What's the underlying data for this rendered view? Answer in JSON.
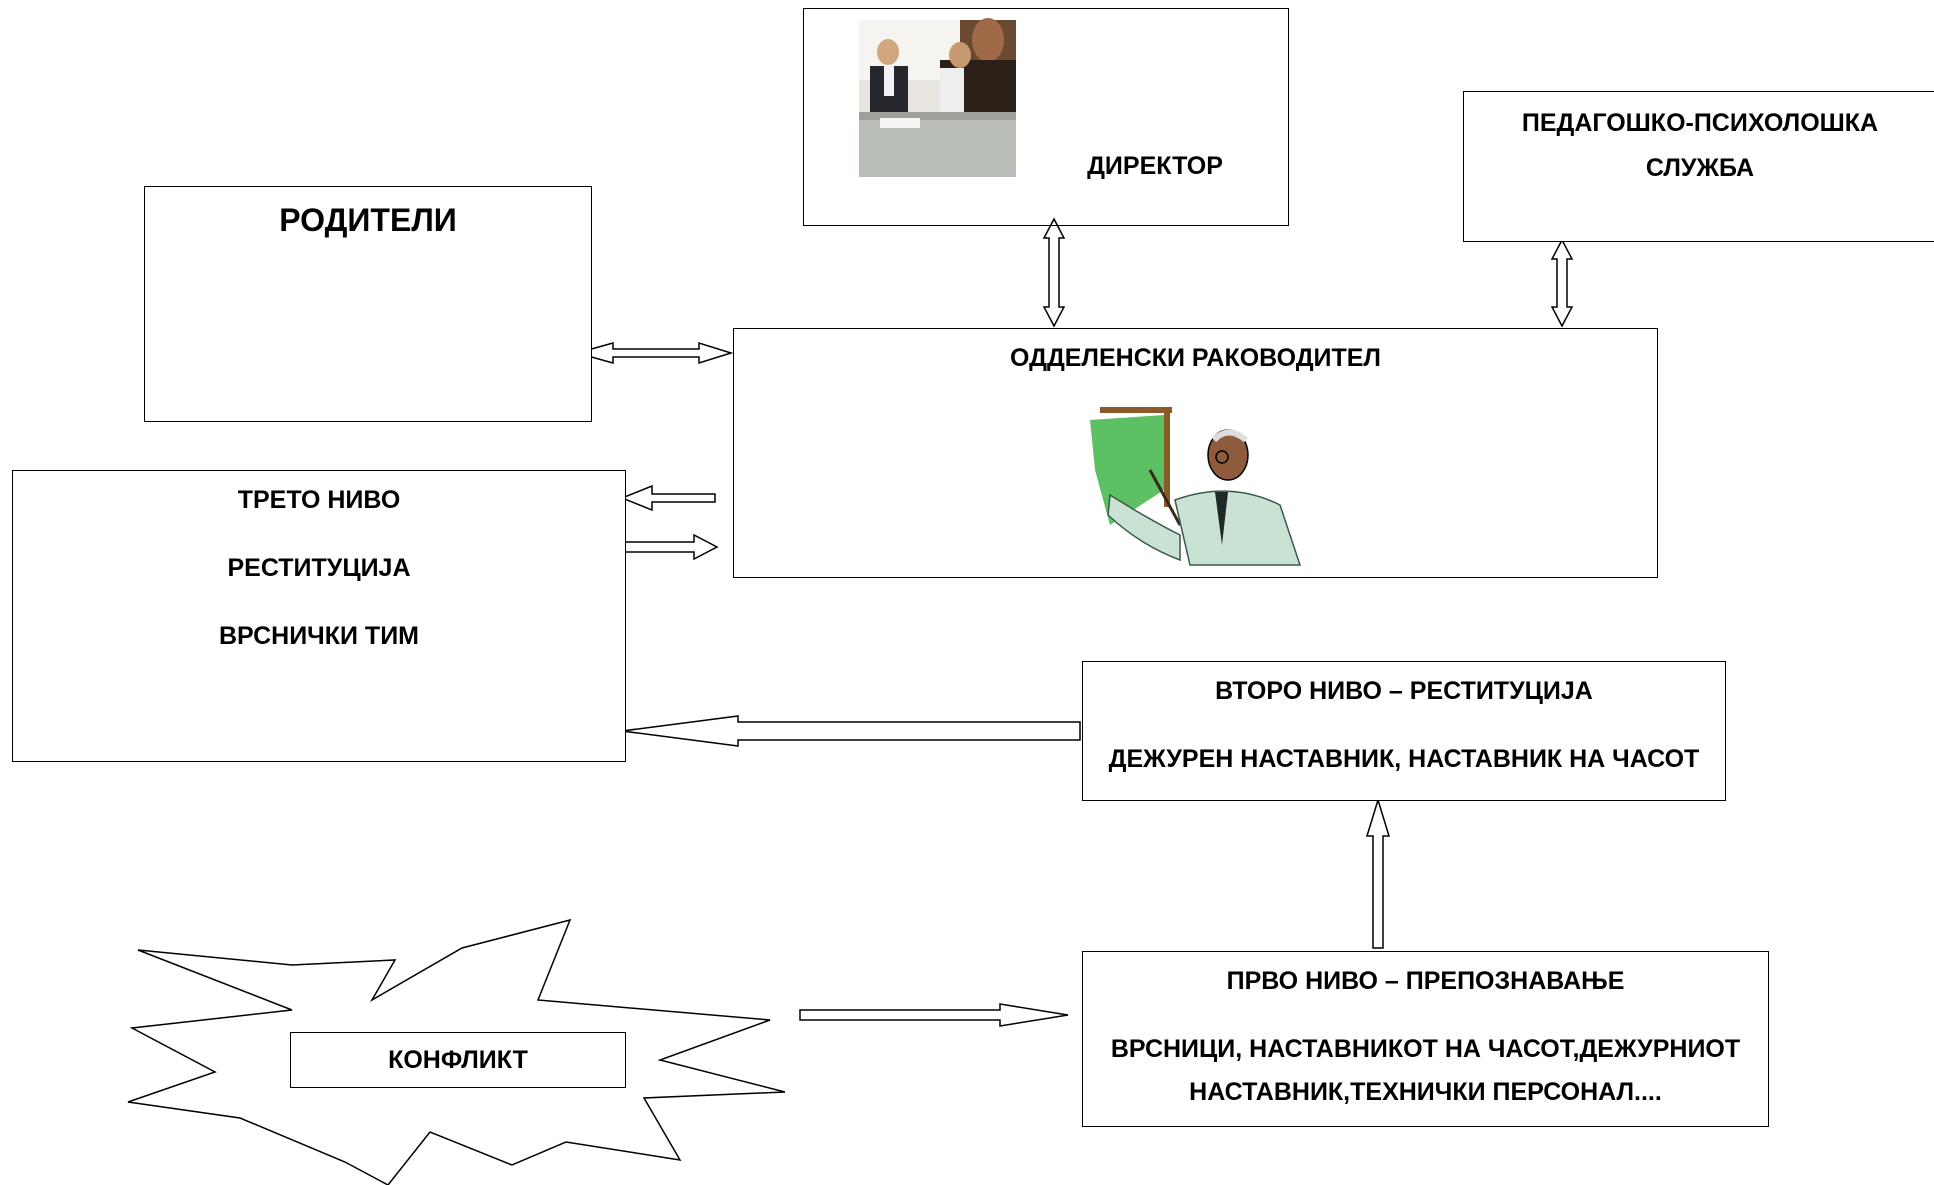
{
  "nodes": {
    "roditeli": {
      "title": "РОДИТЕЛИ"
    },
    "direktor": {
      "title": "ДИРЕКТОР"
    },
    "pps": {
      "line1": "ПЕДАГОШКО-ПСИХОЛОШКА",
      "line2": "СЛУЖБА"
    },
    "oddelenski": {
      "title": "ОДДЕЛЕНСКИ РАКОВОДИТЕЛ"
    },
    "treto": {
      "line1": "ТРЕТО НИВО",
      "line2": "РЕСТИТУЦИЈА",
      "line3": "ВРСНИЧКИ ТИМ"
    },
    "vtoro": {
      "line1": "ВТОРО НИВО – РЕСТИТУЦИЈА",
      "line2": "ДЕЖУРЕН НАСТАВНИК, НАСТАВНИК НА ЧАСОТ"
    },
    "konflikt": {
      "title": "КОНФЛИКТ"
    },
    "prvo": {
      "line1": "ПРВО НИВО – ПРЕПОЗНАВАЊЕ",
      "line2": "ВРСНИЦИ, НАСТАВНИКОТ НА ЧАСОТ,ДЕЖУРНИОТ",
      "line3": "НАСТАВНИК,ТЕХНИЧКИ ПЕРСОНАЛ...."
    }
  },
  "icons": {
    "parents": "parents-cartoon-icon",
    "meeting": "business-meeting-photo-icon",
    "teacher": "teacher-at-board-icon",
    "explosion": "explosion-burst-icon"
  },
  "colors": {
    "stroke": "#000000",
    "board": "#5dc062",
    "board_frame": "#8a5a2b",
    "suit": "#c9e2d4",
    "lipstick": "#d81b1b"
  }
}
